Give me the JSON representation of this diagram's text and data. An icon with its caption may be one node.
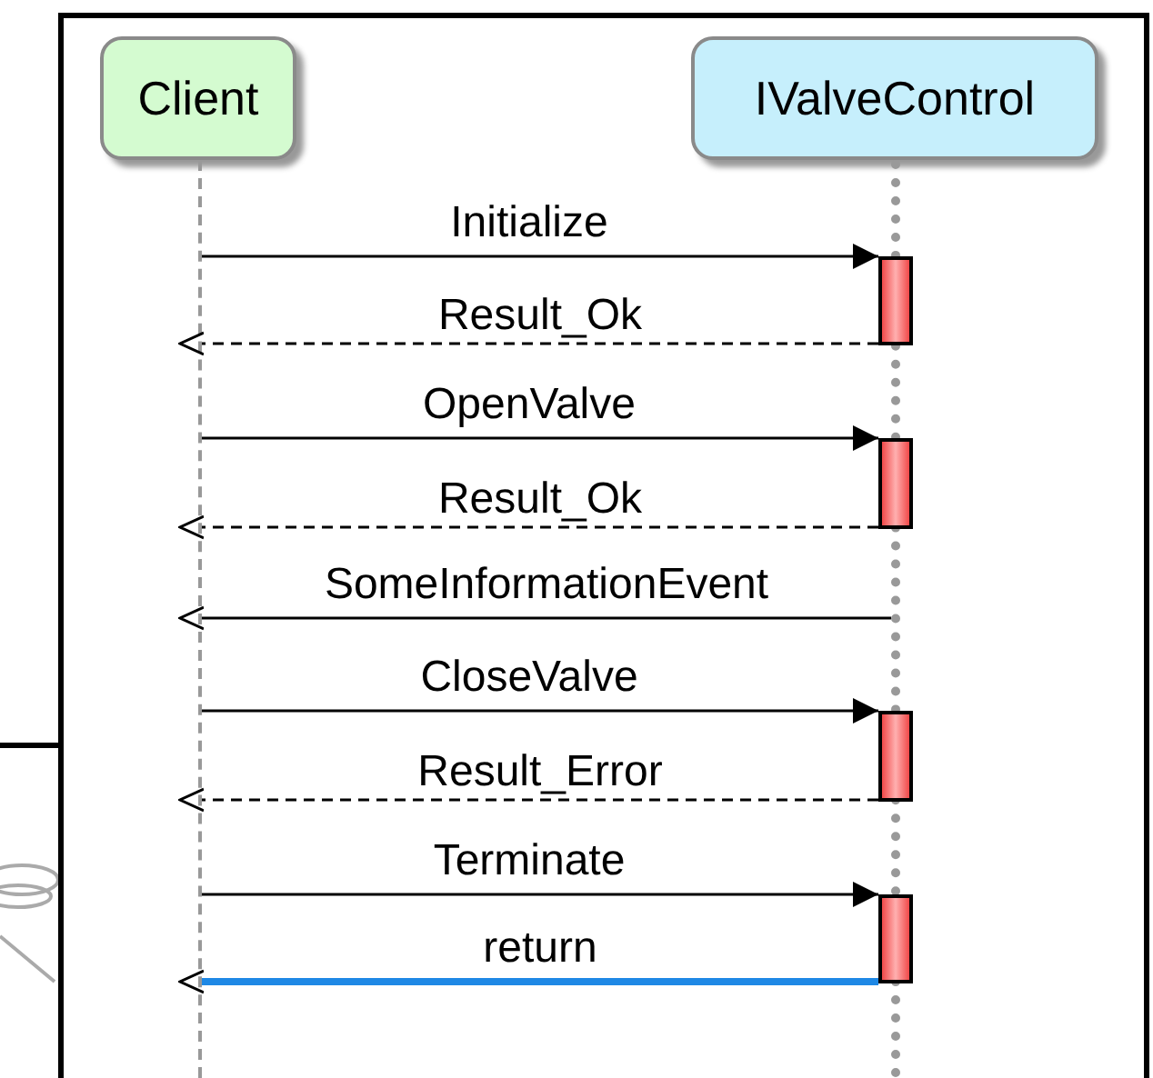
{
  "diagram": {
    "nodes": [
      {
        "text": [
          "Client"
        ]
      },
      {
        "text": [
          "IValveControl"
        ]
      },
      {
        "text": [],
        "shape": "line"
      },
      {
        "text": [],
        "shape": "line"
      },
      {
        "text": [],
        "shape": "bar"
      },
      {
        "text": [],
        "shape": "bar"
      },
      {
        "text": [],
        "shape": "bar"
      },
      {
        "text": [],
        "shape": "bar"
      }
    ],
    "edges": [
      {
        "from": 2,
        "to": 4,
        "arrow": "to",
        "label": "Initialize"
      },
      {
        "from": 4,
        "to": 2,
        "arrow": "to",
        "label": "Result_Ok",
        "style": "dashed"
      },
      {
        "from": 2,
        "to": 5,
        "arrow": "to",
        "label": "OpenValve"
      },
      {
        "from": 5,
        "to": 2,
        "arrow": "to",
        "label": "Result_Ok",
        "style": "dashed"
      },
      {
        "from": 3,
        "to": 2,
        "arrow": "to",
        "label": "SomeInformationEvent"
      },
      {
        "from": 2,
        "to": 6,
        "arrow": "to",
        "label": "CloseValve"
      },
      {
        "from": 6,
        "to": 2,
        "arrow": "to",
        "label": "Result_Error",
        "style": "dashed"
      },
      {
        "from": 2,
        "to": 7,
        "arrow": "to",
        "label": "Terminate"
      },
      {
        "from": 7,
        "to": 2,
        "arrow": "to",
        "label": "return",
        "style": "thick",
        "color": "#1e88e5"
      }
    ]
  }
}
